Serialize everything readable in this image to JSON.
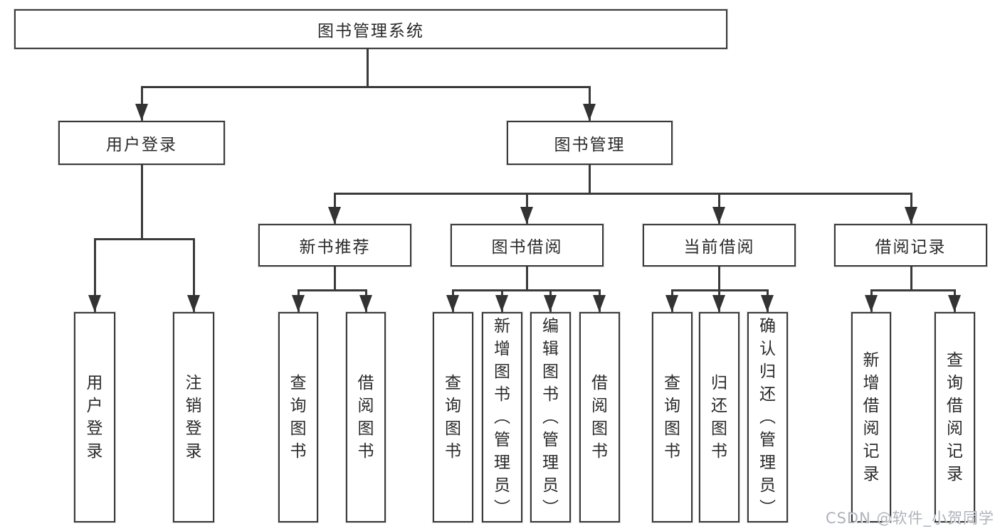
{
  "diagram": {
    "title": "图书管理系统",
    "root": {
      "label": "图书管理系统"
    },
    "branches": [
      {
        "label": "用户登录",
        "children": [
          {
            "label": "用户登录"
          },
          {
            "label": "注销登录"
          }
        ]
      },
      {
        "label": "图书管理",
        "children": [
          {
            "label": "新书推荐",
            "children": [
              {
                "label": "查询图书"
              },
              {
                "label": "借阅图书"
              }
            ]
          },
          {
            "label": "图书借阅",
            "children": [
              {
                "label": "查询图书"
              },
              {
                "label": "新增图书（管理员）"
              },
              {
                "label": "编辑图书（管理员）"
              },
              {
                "label": "借阅图书"
              }
            ]
          },
          {
            "label": "当前借阅",
            "children": [
              {
                "label": "查询图书"
              },
              {
                "label": "归还图书"
              },
              {
                "label": "确认归还（管理员）"
              }
            ]
          },
          {
            "label": "借阅记录",
            "children": [
              {
                "label": "新增借阅记录"
              },
              {
                "label": "查询借阅记录"
              }
            ]
          }
        ]
      }
    ]
  },
  "watermark": {
    "text": "CSDN @软件_小贺同学"
  },
  "colors": {
    "background": "#ffffff",
    "line": "#3a3a3a",
    "box_border": "#3a3a3a",
    "text": "#2a2a2a",
    "watermark": "#aeb3ba"
  }
}
